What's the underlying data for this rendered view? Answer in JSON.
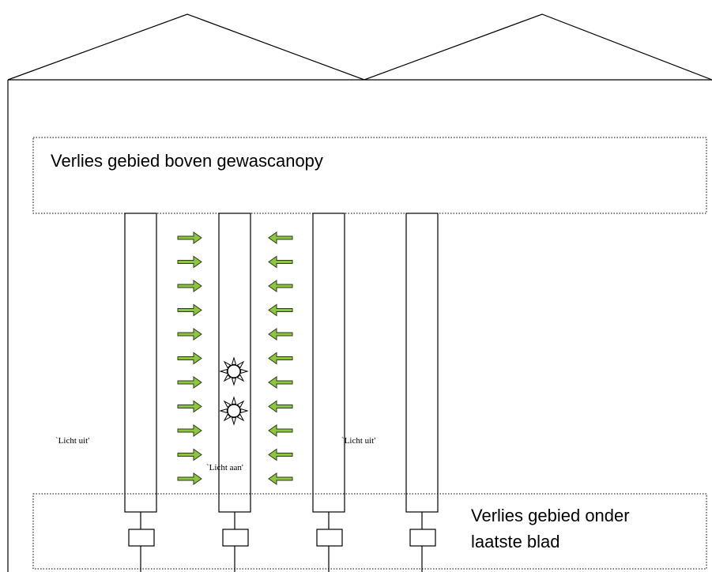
{
  "labels": {
    "upper_zone": "Verlies gebied boven gewascanopy",
    "lower_zone_line1": "Verlies gebied onder",
    "lower_zone_line2": "laatste blad",
    "light_off_left": "`Licht uit'",
    "light_on": "`Licht aan'",
    "light_off_right": "`Licht uit'"
  },
  "colors": {
    "arrow_fill": "#8cc63f",
    "arrow_stroke": "#2f3a1a",
    "lines": "#000000"
  },
  "icons": {
    "lamp": "sun-icon",
    "arrow_right": "arrow-right-icon",
    "arrow_left": "arrow-left-icon"
  },
  "counts": {
    "arrows_per_column": 11,
    "lamps": 2,
    "plant_rows": 4
  }
}
